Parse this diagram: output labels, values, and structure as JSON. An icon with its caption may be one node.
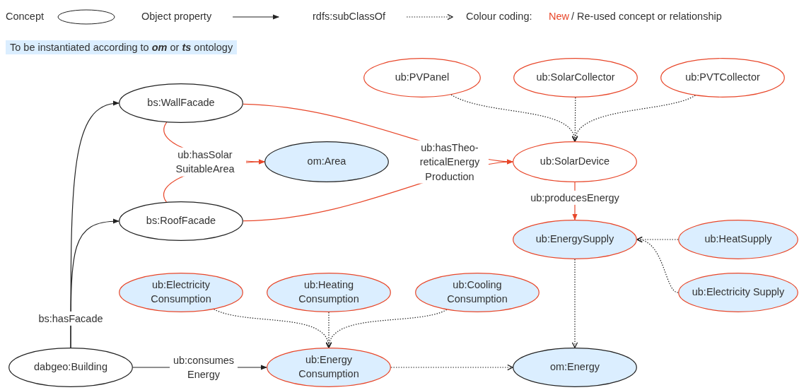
{
  "diagram": {
    "nodes": [
      {
        "text": [
          "bs:WallFacade"
        ]
      },
      {
        "text": [
          "om:Area"
        ]
      },
      {
        "text": [
          "bs:RoofFacade"
        ]
      },
      {
        "text": [
          "ub:PVPanel"
        ]
      },
      {
        "text": [
          "ub:SolarCollector"
        ]
      },
      {
        "text": [
          "ub:PVTCollector"
        ]
      },
      {
        "text": [
          "ub:SolarDevice"
        ]
      },
      {
        "text": [
          "ub:EnergySupply"
        ]
      },
      {
        "text": [
          "ub:HeatSupply"
        ]
      },
      {
        "text": [
          "ub:Electricity Supply"
        ]
      },
      {
        "text": [
          "ub:Electricity Consumption"
        ]
      },
      {
        "text": [
          "ub:Heating Consumption"
        ]
      },
      {
        "text": [
          "ub:Cooling Consumption"
        ]
      },
      {
        "text": [
          "dabgeo:Building"
        ]
      },
      {
        "text": [
          "ub:Energy Consumption"
        ]
      },
      {
        "text": [
          "om:Energy"
        ]
      }
    ],
    "edges": [
      {
        "from": 13,
        "to": 0,
        "arrow": "to",
        "label": "bs:hasFacade"
      },
      {
        "from": 13,
        "to": 2,
        "arrow": "to"
      },
      {
        "from": 0,
        "to": 1,
        "arrow": "to",
        "label": "ub:hasSolar SuitableArea",
        "color": "#e8472a"
      },
      {
        "from": 2,
        "to": 1,
        "arrow": "to",
        "color": "#e8472a"
      },
      {
        "from": 0,
        "to": 6,
        "arrow": "to",
        "label": "ub:hasTheo- reticalEnergy Production",
        "color": "#e8472a"
      },
      {
        "from": 2,
        "to": 6,
        "arrow": "to",
        "color": "#e8472a"
      },
      {
        "from": 3,
        "to": 6,
        "arrow": "to",
        "style": "dashed"
      },
      {
        "from": 4,
        "to": 6,
        "arrow": "to",
        "style": "dashed"
      },
      {
        "from": 5,
        "to": 6,
        "arrow": "to",
        "style": "dashed"
      },
      {
        "from": 6,
        "to": 7,
        "arrow": "to",
        "label": "ub:producesEnergy",
        "color": "#e8472a"
      },
      {
        "from": 8,
        "to": 7,
        "arrow": "to",
        "style": "dashed"
      },
      {
        "from": 9,
        "to": 7,
        "arrow": "to",
        "style": "dashed"
      },
      {
        "from": 7,
        "to": 15,
        "arrow": "to",
        "style": "dashed"
      },
      {
        "from": 10,
        "to": 14,
        "arrow": "to",
        "style": "dashed"
      },
      {
        "from": 11,
        "to": 14,
        "arrow": "to",
        "style": "dashed"
      },
      {
        "from": 12,
        "to": 14,
        "arrow": "to",
        "style": "dashed"
      },
      {
        "from": 13,
        "to": 14,
        "arrow": "to",
        "label": "ub:consumes Energy"
      },
      {
        "from": 14,
        "to": 15,
        "arrow": "to",
        "style": "dashed"
      }
    ],
    "labels": [
      "Colour coding:",
      "New",
      "/ Re-used concept or relationship"
    ],
    "legend": [
      {
        "text": "Concept"
      },
      {
        "text": "Object property"
      },
      {
        "text": "rdfs:subClassOf"
      },
      {
        "text": "To be instantiated according to **om** or **ts** ontology",
        "color": "#dbeeff"
      }
    ]
  }
}
